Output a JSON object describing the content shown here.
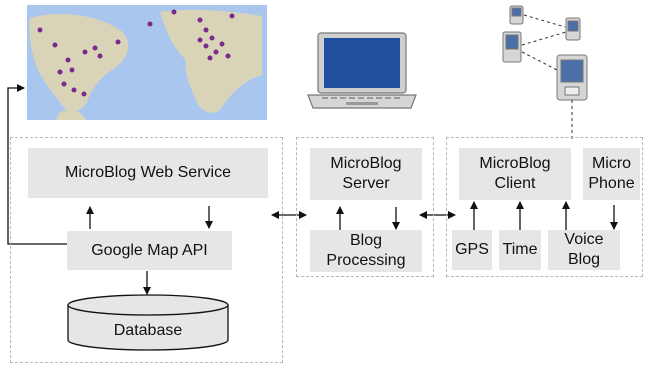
{
  "web_service": {
    "title": "MicroBlog Web Service",
    "map_api": "Google Map API",
    "database": "Database"
  },
  "server": {
    "title": "MicroBlog\nServer",
    "processing": "Blog\nProcessing"
  },
  "client": {
    "title": "MicroBlog\nClient",
    "micro_phone": "Micro\nPhone",
    "gps": "GPS",
    "time": "Time",
    "voice_blog": "Voice\nBlog"
  },
  "icons": [
    "world-map-icon",
    "laptop-icon",
    "mobile-phone-icon"
  ],
  "colors": {
    "box_fill": "#e6e6e6",
    "dashed_border": "#b8b8b8",
    "map_ocean": "#a9c6ee",
    "map_land": "#d9d4b8",
    "laptop_screen": "#1f4f9e"
  }
}
